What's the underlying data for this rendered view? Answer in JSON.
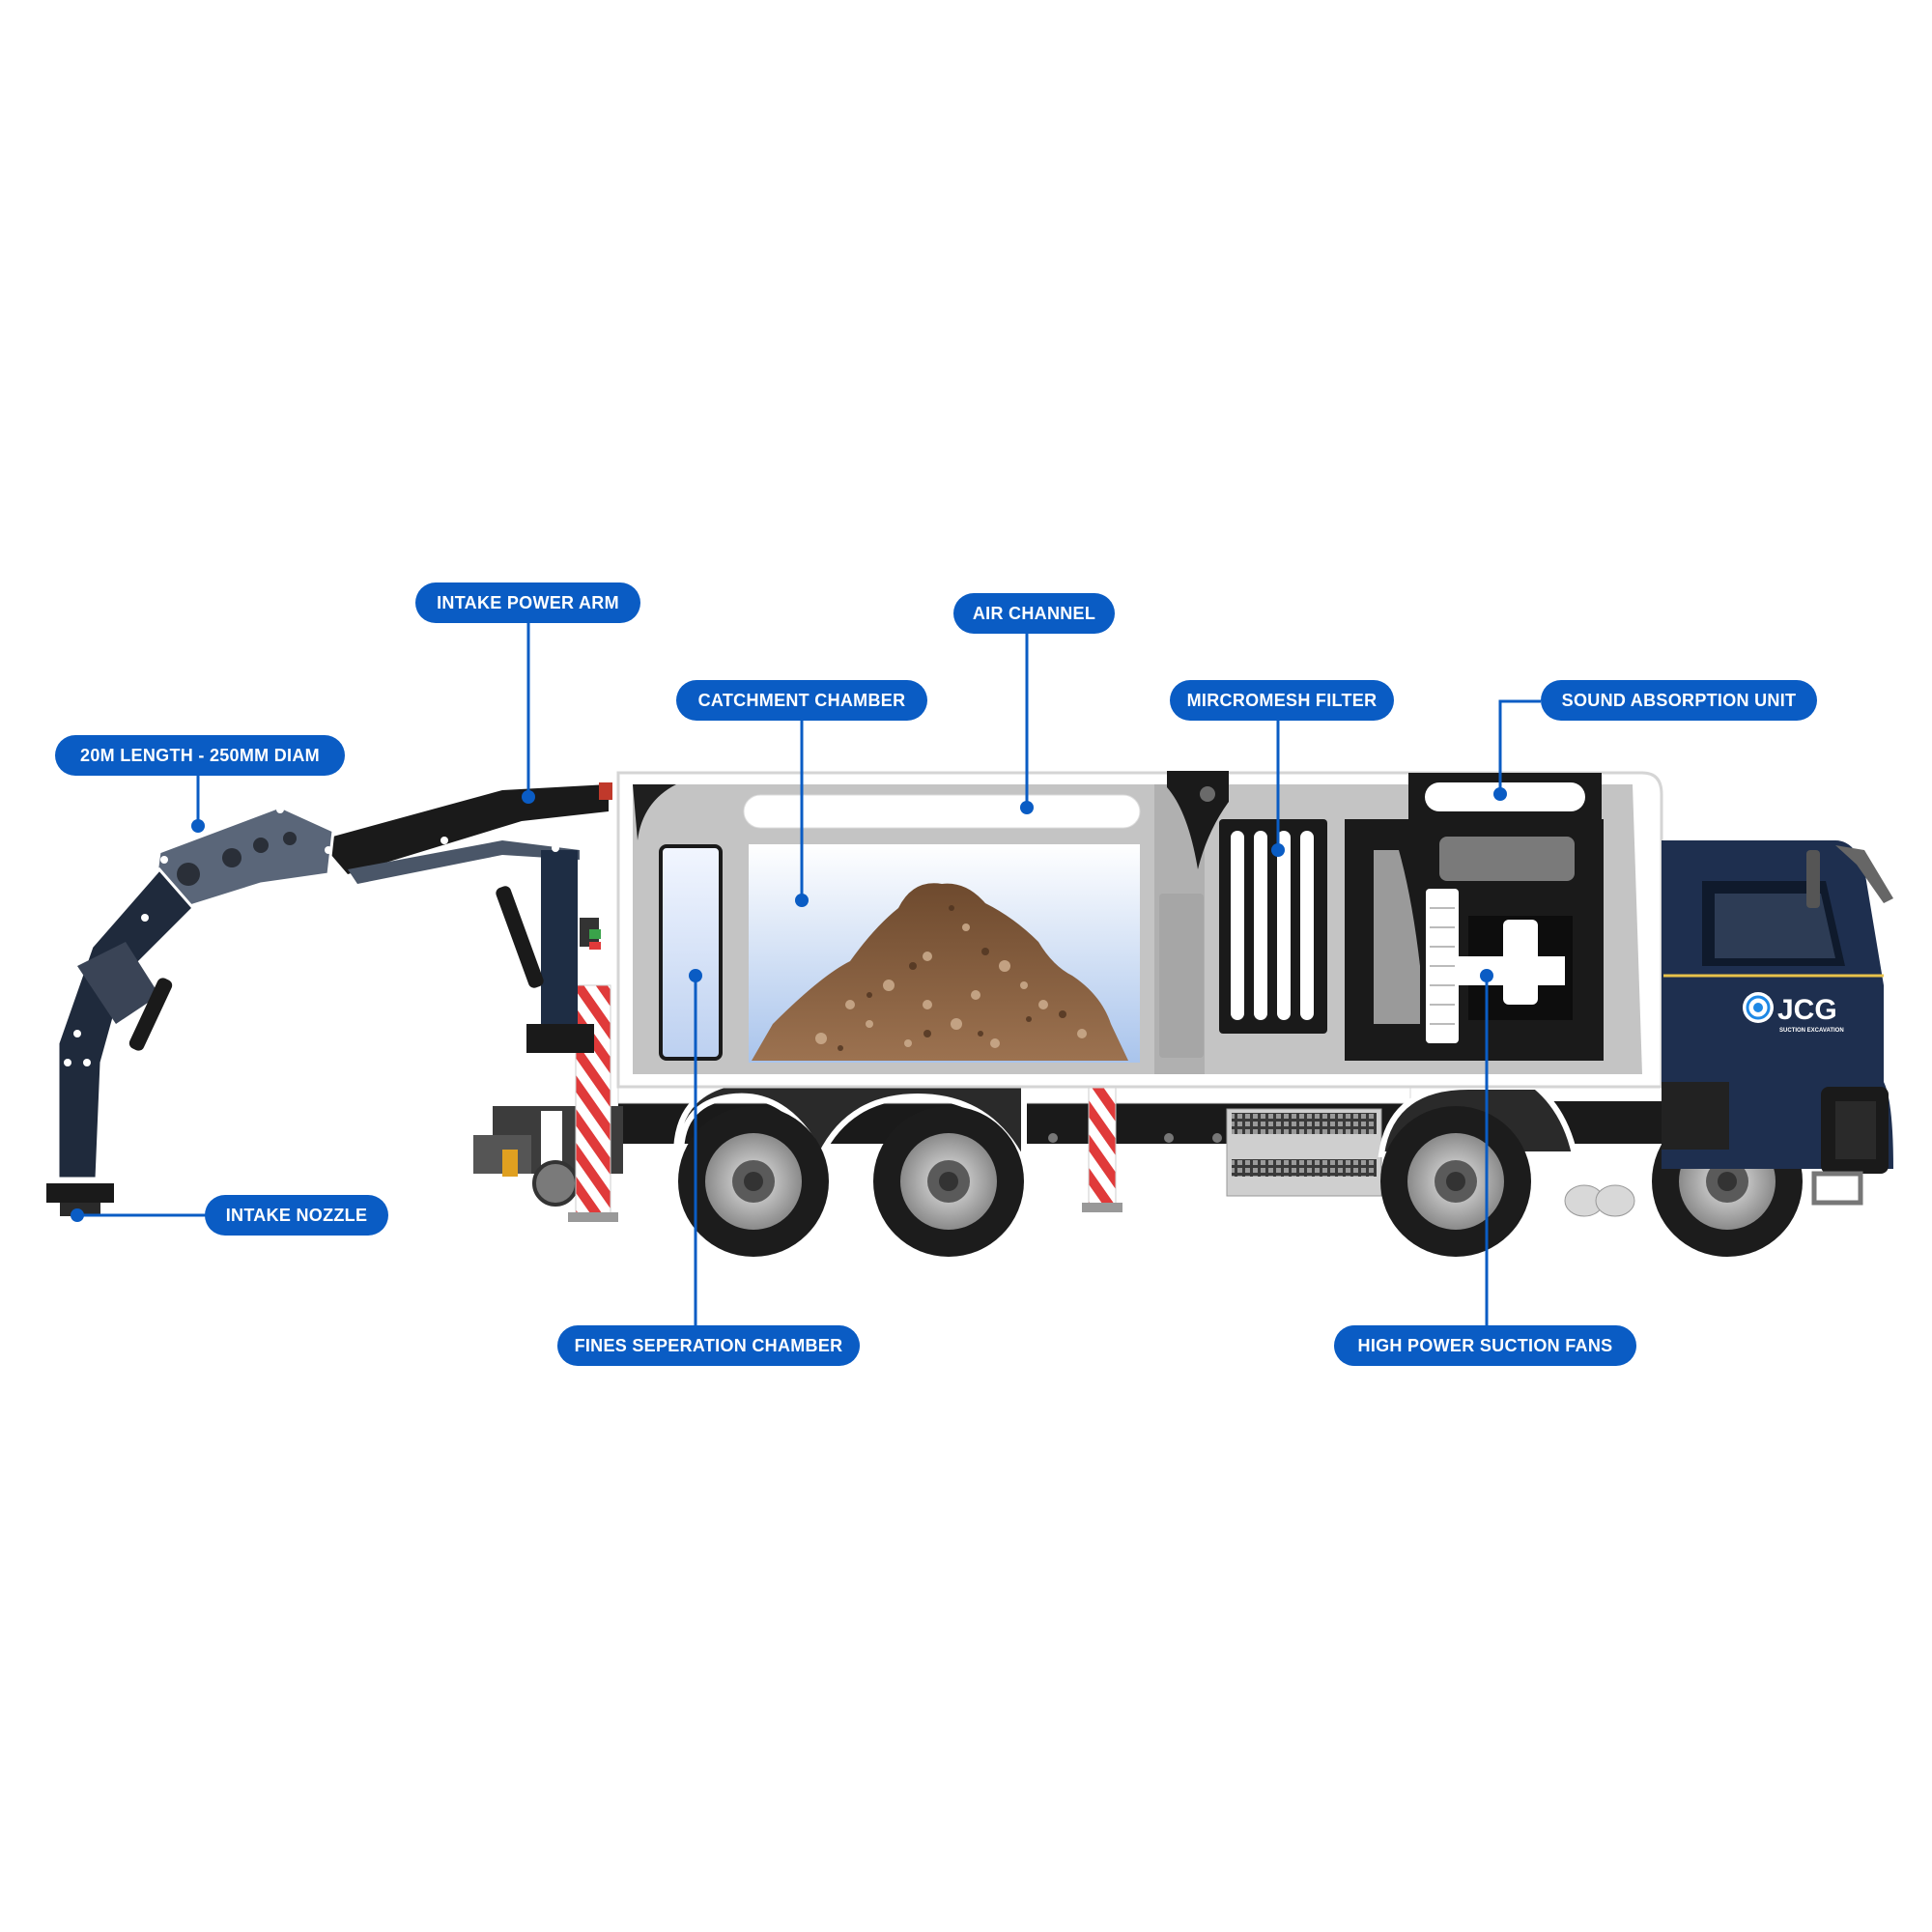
{
  "callouts": {
    "intake_power_arm": "INTAKE POWER ARM",
    "air_channel": "AIR CHANNEL",
    "catchment_chamber": "CATCHMENT CHAMBER",
    "micromesh_filter": "MIRCROMESH FILTER",
    "sound_absorption_unit": "SOUND ABSORPTION UNIT",
    "arm_dimensions": "20M LENGTH - 250MM DIAM",
    "intake_nozzle": "INTAKE NOZZLE",
    "fines_separation_chamber": "FINES SEPERATION CHAMBER",
    "suction_fans": "HIGH POWER SUCTION FANS"
  },
  "brand": {
    "logo_text": "JCG",
    "logo_subtext": "SUCTION EXCAVATION"
  },
  "colors": {
    "callout_blue": "#0a5cc4",
    "cab_navy": "#1e2f4f",
    "body_gray": "#c4c4c4",
    "soil_brown": "#8b5e3c",
    "hazard_red": "#e03a3a"
  }
}
